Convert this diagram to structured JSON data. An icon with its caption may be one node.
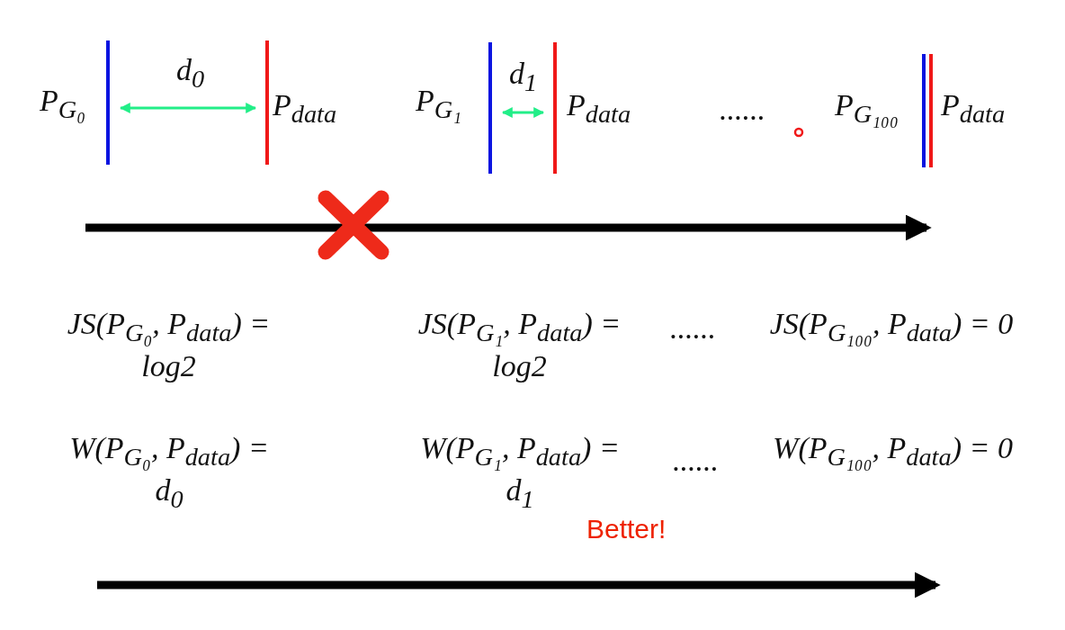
{
  "diagram": {
    "labels": [
      "P$_{G₀}$",
      "d$_{0}$",
      "P$_{data}$",
      "P$_{G₁}$",
      "d$_{1}$",
      "P$_{data}$",
      "......",
      "P$_{G₁₀₀}$",
      "P$_{data}$",
      "JS(P$_{G₀}$, P$_{data}$) = log2",
      "JS(P$_{G₁}$, P$_{data}$) = log2",
      "......",
      "JS(P$_{G₁₀₀}$, P$_{data}$) = 0",
      "W(P$_{G₀}$, P$_{data}$) = d$_{0}$",
      "W(P$_{G₁}$, P$_{data}$) = d$_{1}$",
      "......",
      "W(P$_{G₁₀₀}$, P$_{data}$) = 0",
      "Better!"
    ]
  }
}
